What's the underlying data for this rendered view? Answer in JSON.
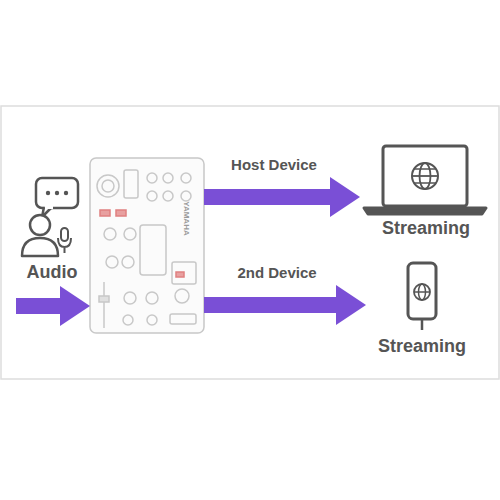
{
  "diagram": {
    "nodes": [
      {
        "text": [
          "Audio"
        ]
      },
      {
        "text": [
          "YAMAHA"
        ]
      },
      {
        "text": [
          "Streaming"
        ]
      },
      {
        "text": [
          "Streaming"
        ]
      }
    ],
    "edges": [
      {
        "from": 0,
        "to": 1,
        "arrow": "to"
      },
      {
        "from": 1,
        "to": 2,
        "label": "Host Device",
        "arrow": "to"
      },
      {
        "from": 1,
        "to": 3,
        "label": "2nd Device",
        "arrow": "to"
      }
    ]
  }
}
